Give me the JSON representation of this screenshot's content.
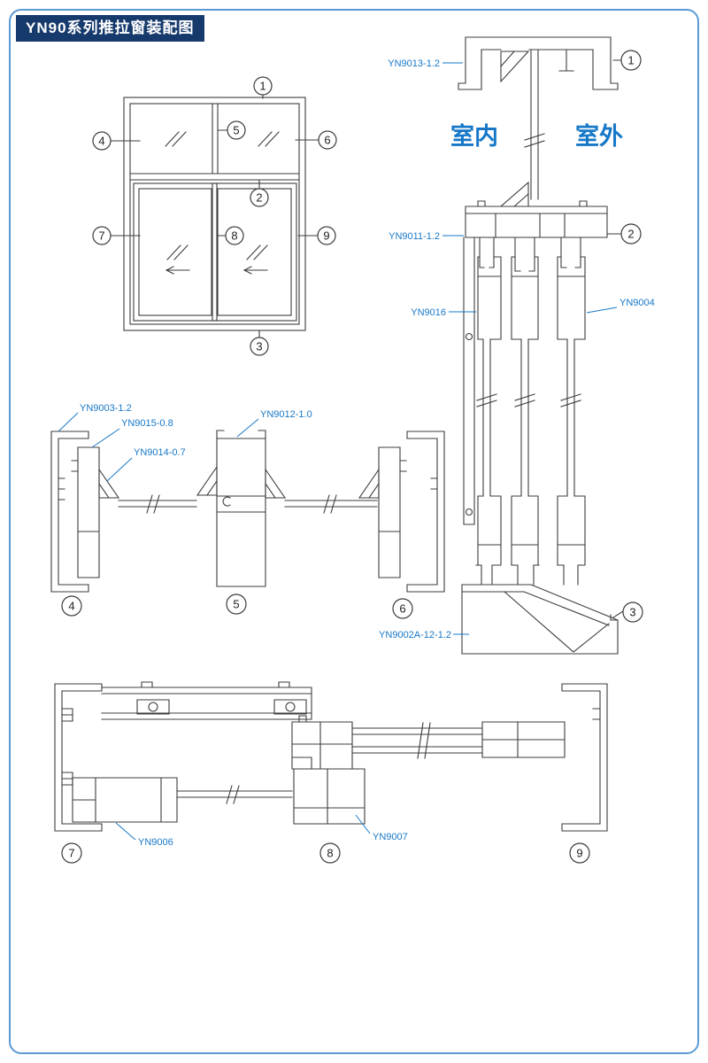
{
  "page": {
    "title": "YN90系列推拉窗装配图"
  },
  "annotations": {
    "indoor": "室内",
    "outdoor": "室外"
  },
  "callouts": {
    "n1": "1",
    "n2": "2",
    "n3": "3",
    "n4": "4",
    "n5": "5",
    "n6": "6",
    "n7": "7",
    "n8": "8",
    "n9": "9"
  },
  "part_labels": {
    "yn9013": "YN9013-1.2",
    "yn9011": "YN9011-1.2",
    "yn9016": "YN9016",
    "yn9004": "YN9004",
    "yn9002a": "YN9002A-12-1.2",
    "yn9003": "YN9003-1.2",
    "yn9015": "YN9015-0.8",
    "yn9014": "YN9014-0.7",
    "yn9012": "YN9012-1.0",
    "yn9006": "YN9006",
    "yn9007": "YN9007"
  },
  "colors": {
    "border": "#5b9bd5",
    "title_bg": "#173a6d",
    "label_blue": "#1778c8",
    "line": "#3c3c3c"
  }
}
